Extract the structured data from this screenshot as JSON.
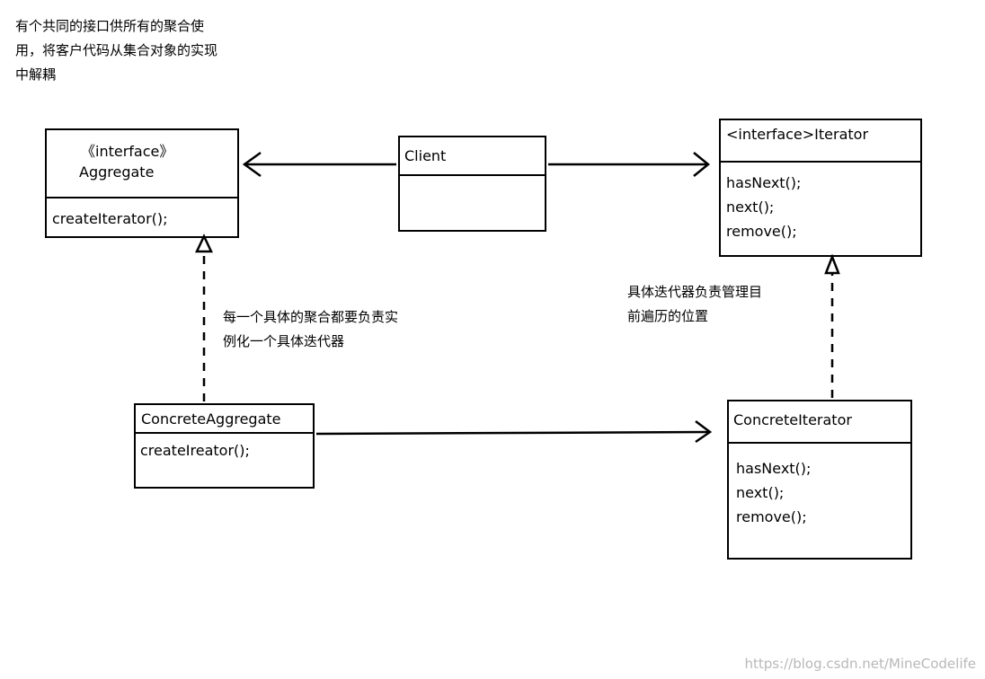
{
  "notes": {
    "top": "有个共同的接口供所有的聚合使\n用，将客户代码从集合对象的实现\n中解耦",
    "aggregate_note": "每一个具体的聚合都要负责实\n例化一个具体迭代器",
    "iterator_note": "具体迭代器负责管理目\n前遍历的位置"
  },
  "aggregate": {
    "stereotype": "《interface》",
    "name": "Aggregate",
    "ops": "createIterator();"
  },
  "client": {
    "name": "Client"
  },
  "iterator": {
    "name": "<interface>Iterator",
    "ops": "hasNext();\nnext();\nremove();"
  },
  "concrete_aggregate": {
    "name": "ConcreteAggregate",
    "ops": "createIreator();"
  },
  "concrete_iterator": {
    "name": "ConcreteIterator",
    "ops": "hasNext();\nnext();\nremove();"
  },
  "watermark": "https://blog.csdn.net/MineCodelife"
}
